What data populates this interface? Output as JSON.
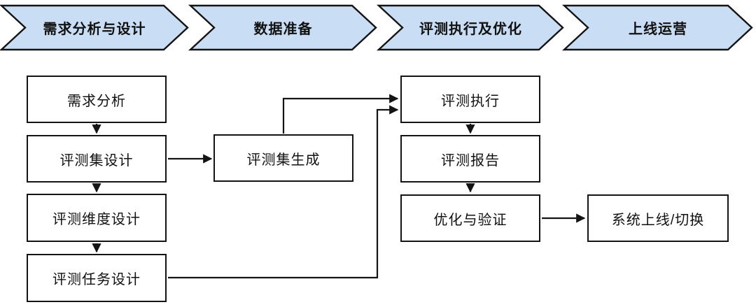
{
  "colors": {
    "phase-fill": "#C9DDF4",
    "stroke": "#141414",
    "node-fill": "#FFFFFF",
    "text": "#111111"
  },
  "diagram": {
    "phases": [
      {
        "label": "需求分析与设计"
      },
      {
        "label": "数据准备"
      },
      {
        "label": "评测执行及优化"
      },
      {
        "label": "上线运营"
      }
    ],
    "nodes": [
      {
        "id": "requirement-analysis",
        "label": "需求分析"
      },
      {
        "id": "eval-set-design",
        "label": "评测集设计"
      },
      {
        "id": "eval-dimension-design",
        "label": "评测维度设计"
      },
      {
        "id": "eval-task-design",
        "label": "评测任务设计"
      },
      {
        "id": "eval-set-generation",
        "label": "评测集生成"
      },
      {
        "id": "eval-execution",
        "label": "评测执行"
      },
      {
        "id": "eval-report",
        "label": "评测报告"
      },
      {
        "id": "optimization-validation",
        "label": "优化与验证"
      },
      {
        "id": "system-launch-switch",
        "label": "系统上线/切换"
      }
    ],
    "edges": [
      {
        "from": "需求分析",
        "to": "评测集设计"
      },
      {
        "from": "评测集设计",
        "to": "评测集生成"
      },
      {
        "from": "评测集设计",
        "to": "评测维度设计"
      },
      {
        "from": "评测维度设计",
        "to": "评测任务设计"
      },
      {
        "from": "评测集生成",
        "to": "评测执行"
      },
      {
        "from": "评测任务设计",
        "to": "评测执行"
      },
      {
        "from": "评测执行",
        "to": "评测报告"
      },
      {
        "from": "评测报告",
        "to": "优化与验证"
      },
      {
        "from": "优化与验证",
        "to": "系统上线/切换"
      }
    ]
  }
}
